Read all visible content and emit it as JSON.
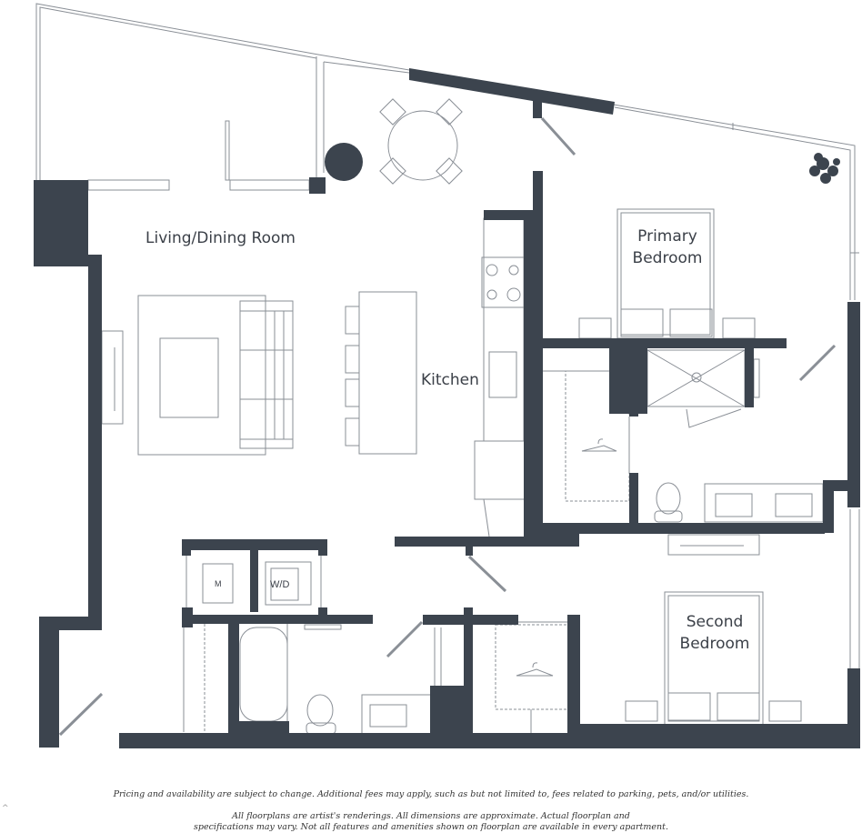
{
  "floorplan": {
    "rooms": {
      "living_dining": "Living/Dining Room",
      "kitchen": "Kitchen",
      "primary_bedroom_line1": "Primary",
      "primary_bedroom_line2": "Bedroom",
      "second_bedroom_line1": "Second",
      "second_bedroom_line2": "Bedroom"
    },
    "fixtures": {
      "mechanical": "M",
      "washer_dryer": "W/D"
    },
    "colors": {
      "wall": "#3c444e",
      "line": "#8a8f96",
      "text": "#3b4048"
    }
  },
  "disclaimer": {
    "line1": "Pricing and availability are subject to change.  Additional fees may apply, such as but not limited to, fees related to parking, pets, and/or utilities.",
    "line2": "All floorplans are artist's renderings.  All dimensions are approximate.  Actual floorplan and",
    "line3": "specifications may vary.  Not all features and amenities shown on floorplan are available in every apartment."
  },
  "scroll_caret": "^"
}
